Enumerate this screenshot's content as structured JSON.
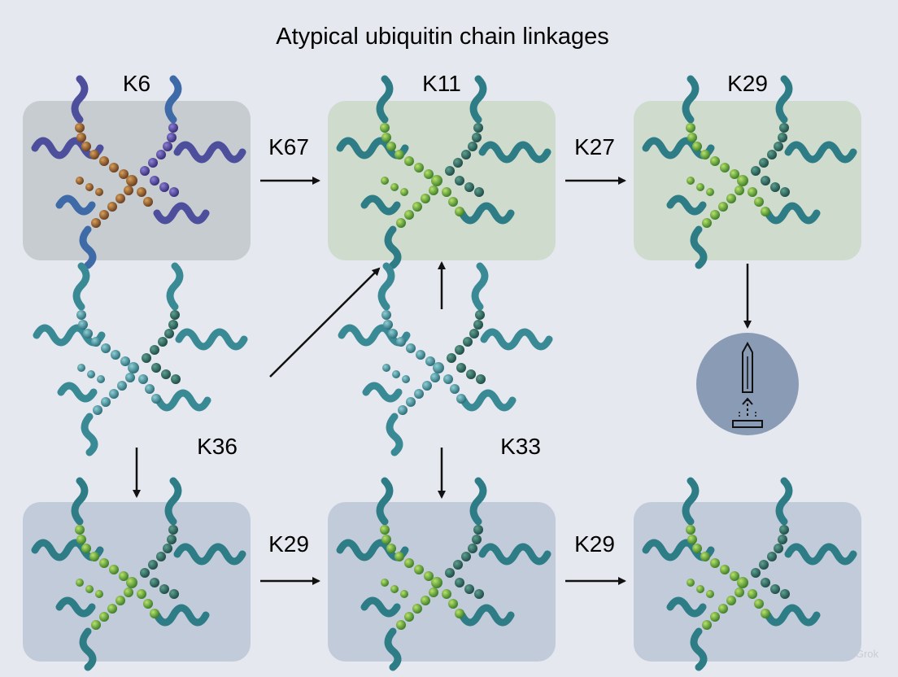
{
  "title": "Atypical ubiquitin chain linkages",
  "nodes": {
    "k6": "K6",
    "k11": "K11",
    "k29_top": "K29",
    "k36": "K36",
    "k33": "K33"
  },
  "arrows": {
    "k6_to_k11": "K67",
    "k11_to_k29": "K27",
    "bottom_left_to_center": "K29",
    "bottom_center_to_right": "K29"
  },
  "watermark": "Grok",
  "colors": {
    "background": "#e5e8ef",
    "panel_gray": "#c6ccd0",
    "panel_green": "#cfdccd",
    "panel_blue": "#c2cbda",
    "helix_teal": "#2e7d86",
    "helix_purple": "#4e4f9c",
    "bead_brown": "#9a6b3a",
    "bead_green": "#6fae3c",
    "bead_teal": "#4b9aa8",
    "circle_fill": "#8a9bb6"
  },
  "icons": [
    "purple-ubiquitin-chain",
    "green-ubiquitin-chain",
    "teal-ubiquitin-chain",
    "probe-device-icon"
  ]
}
